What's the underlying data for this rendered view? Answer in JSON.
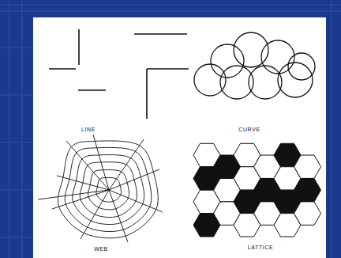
{
  "diagram": {
    "labels": [
      "LINE",
      "CURVE",
      "WEB",
      "LATTICE"
    ]
  }
}
